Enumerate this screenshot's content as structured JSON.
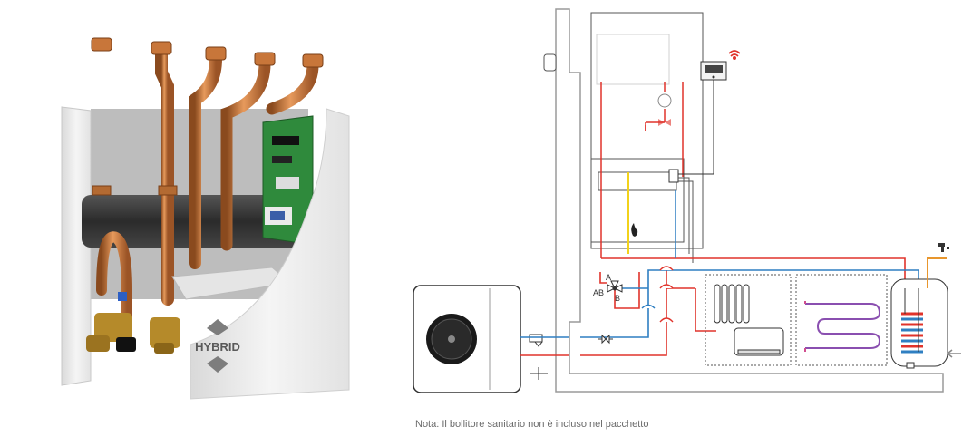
{
  "product": {
    "logo_text": "HYBRID",
    "colors": {
      "copper": "#c8763a",
      "shell": "#ececec",
      "insulation": "#3a3a3a",
      "board": "#2f8a3c"
    }
  },
  "diagram": {
    "labels": {
      "valve_a": "A",
      "valve_ab": "AB",
      "valve_b": "B"
    },
    "colors": {
      "hot": "#e0332b",
      "cold": "#2f7fc2",
      "gas": "#f2d21b",
      "dhw": "#e8962d",
      "wall": "#9a9a9a",
      "line": "#333333"
    },
    "icons": [
      "heat-pump-icon",
      "fan-icon",
      "boiler-icon",
      "flame-icon",
      "thermostat-icon",
      "wifi-icon",
      "radiator-icon",
      "fan-coil-icon",
      "underfloor-heating-icon",
      "water-heater-icon",
      "tap-icon",
      "three-way-valve-icon",
      "filter-icon"
    ]
  },
  "note": "Nota: Il bollitore sanitario non è incluso nel pacchetto"
}
